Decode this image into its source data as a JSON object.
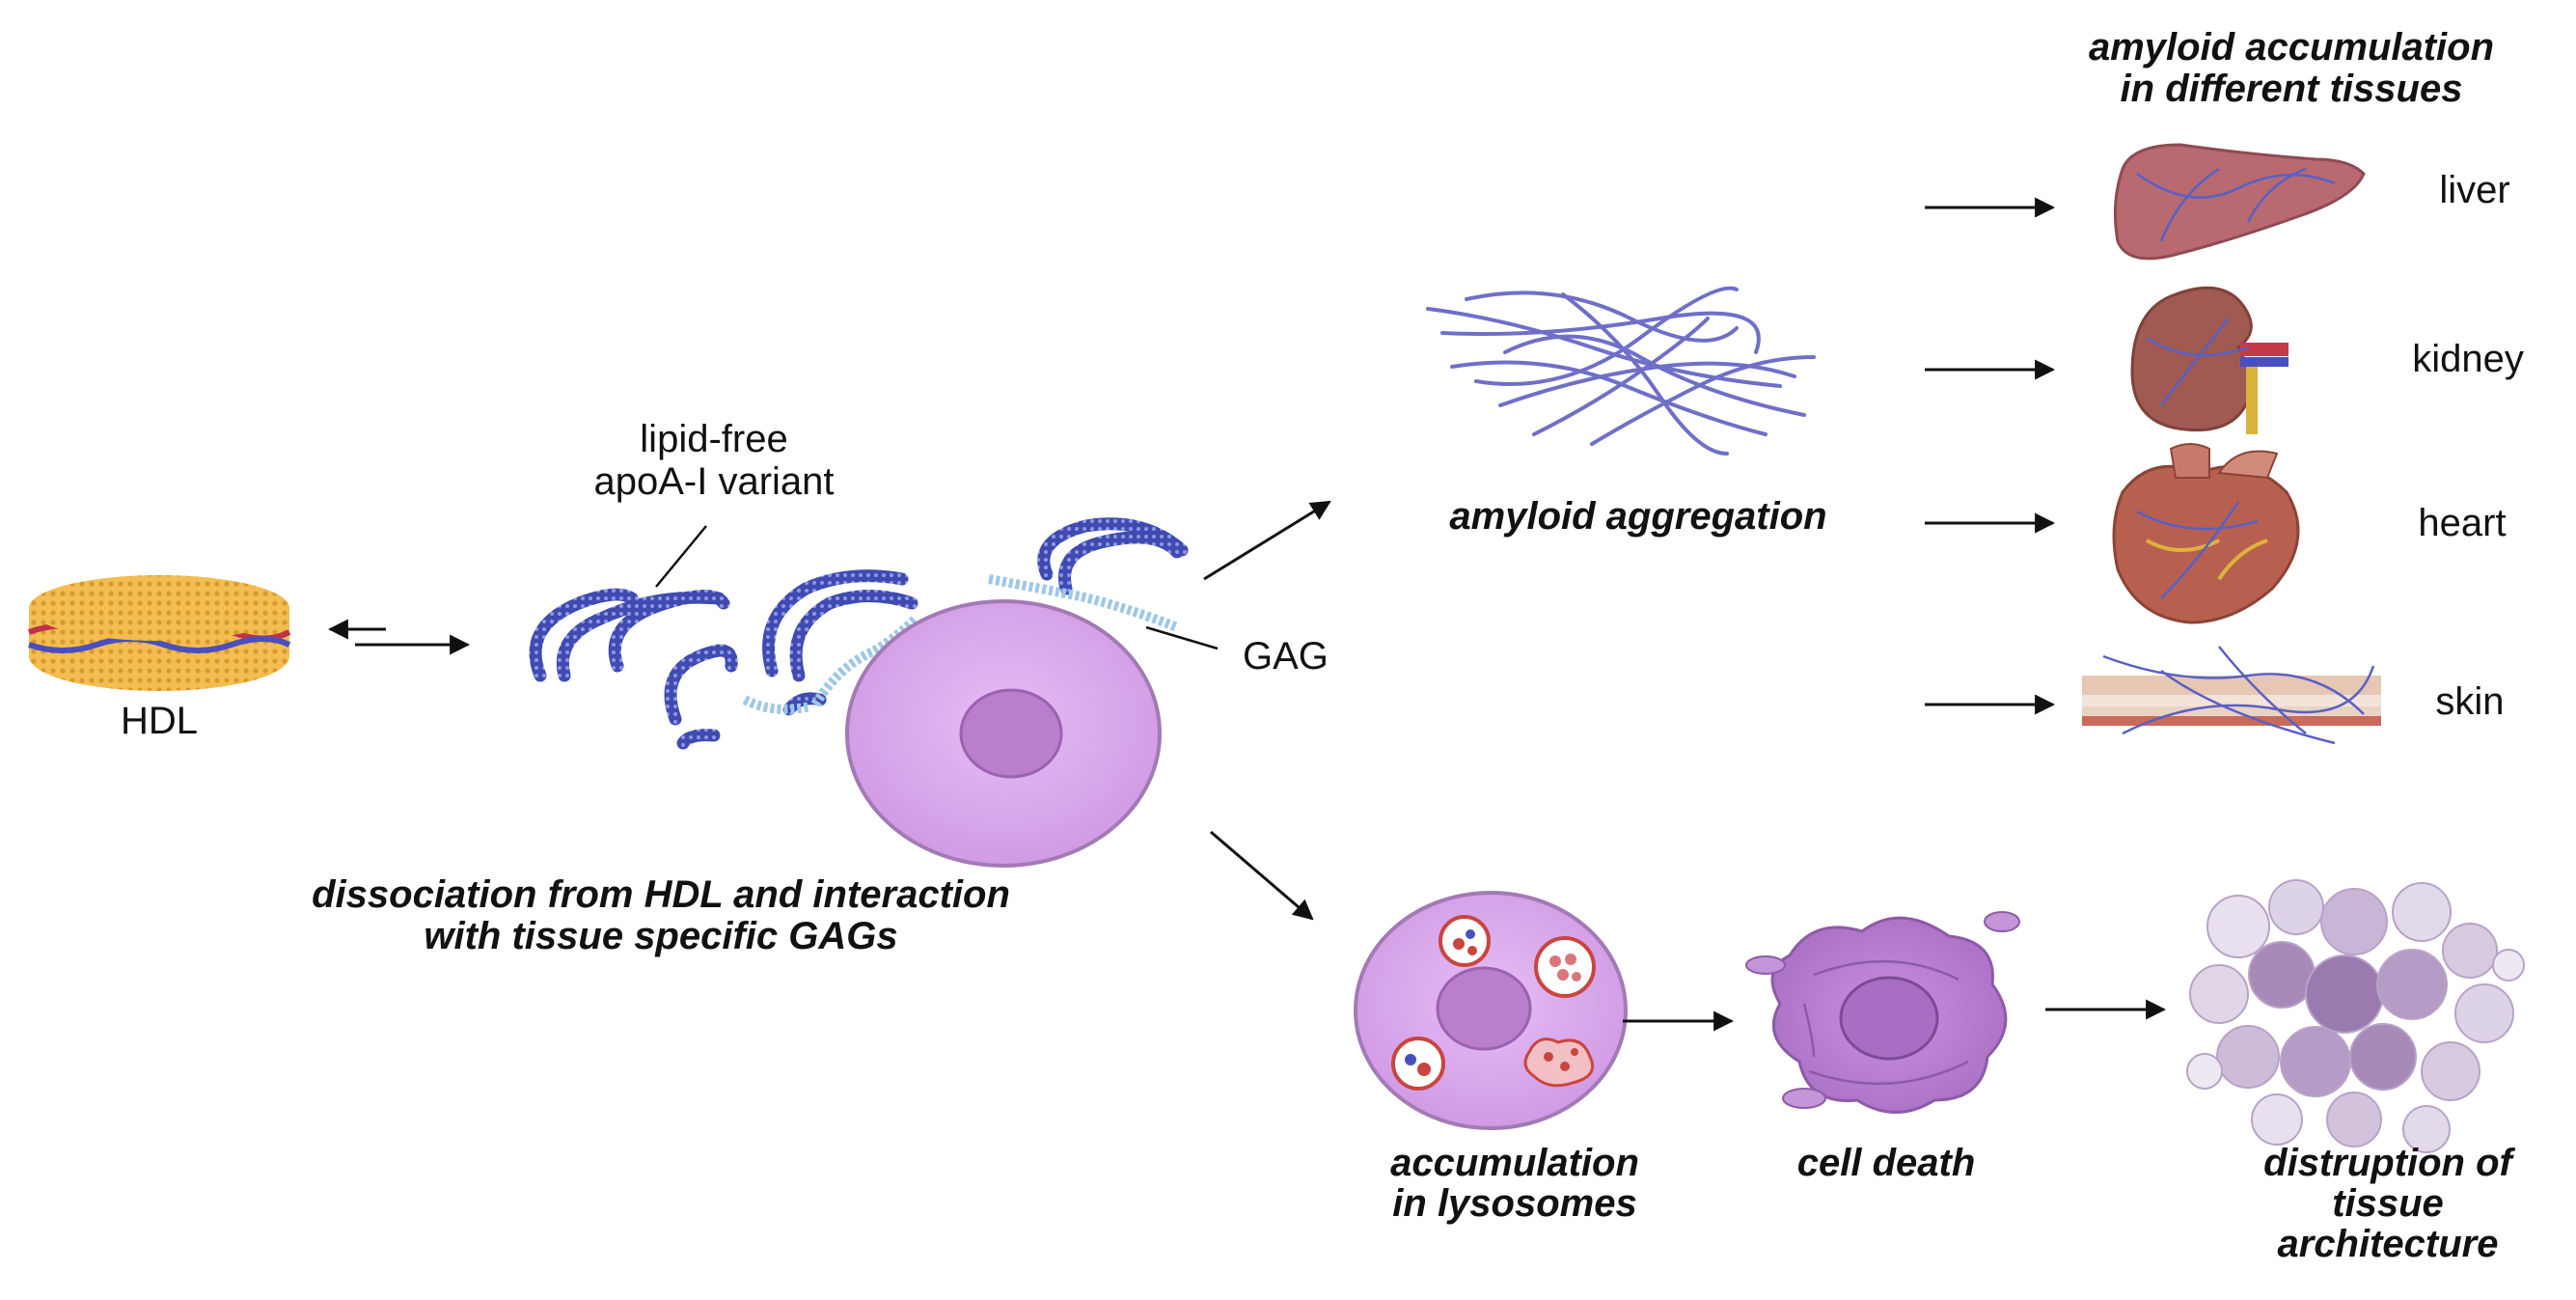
{
  "labels": {
    "hdl": "HDL",
    "apoa1_line1": "lipid-free",
    "apoa1_line2": "apoA-I variant",
    "gag": "GAG",
    "dissociation_line1": "dissociation from HDL and interaction",
    "dissociation_line2": "with tissue specific GAGs",
    "amyloid_aggregation": "amyloid aggregation",
    "tissues_title_line1": "amyloid accumulation",
    "tissues_title_line2": "in different tissues",
    "liver": "liver",
    "kidney": "kidney",
    "heart": "heart",
    "skin": "skin",
    "lysosomes_line1": "accumulation",
    "lysosomes_line2": "in lysosomes",
    "cell_death": "cell death",
    "disruption_line1": "distruption of",
    "disruption_line2": "tissue",
    "disruption_line3": "architecture"
  },
  "colors": {
    "text": "#111111",
    "protein": "#4452b8",
    "gag": "#9ec8e8",
    "cell_fill": "#d9a8ec",
    "cell_stroke": "#a27ab5",
    "nucleus": "#b97fcc",
    "hdl_lipid": "#f0b64a",
    "hdl_red": "#c0324a",
    "hdl_blue": "#4a4fc0",
    "fibril": "#6f6fc8",
    "liver": "#b86a70",
    "kidney": "#a05a52",
    "heart": "#b8604f",
    "skin": "#e6c7b4"
  }
}
